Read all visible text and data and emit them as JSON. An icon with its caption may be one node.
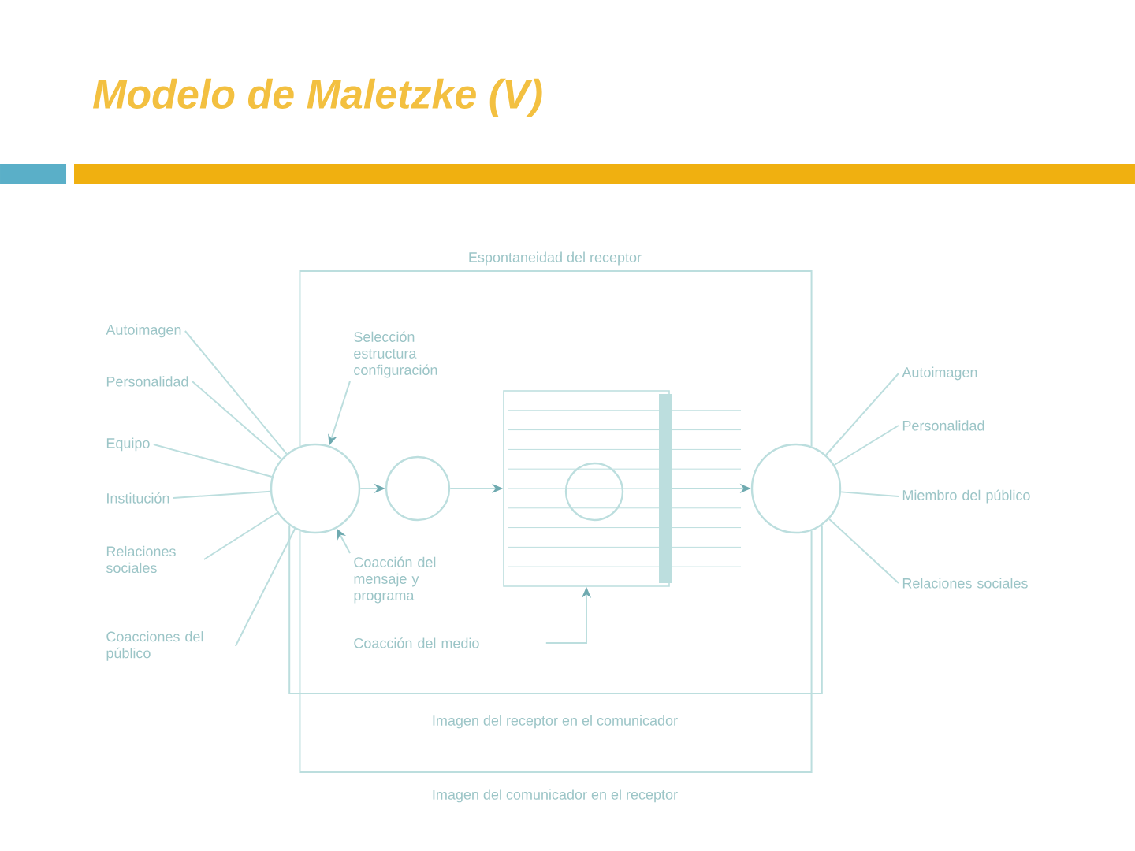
{
  "diagram": {
    "title": "Modelo de Maletzke (V)",
    "nodes": [
      {
        "text": [
          "Autoimagen"
        ]
      },
      {
        "text": [
          "Personalidad"
        ]
      },
      {
        "text": [
          "Equipo"
        ]
      },
      {
        "text": [
          "Institución"
        ]
      },
      {
        "text": [
          "Relaciones sociales"
        ]
      },
      {
        "text": [
          "Coacciones del público"
        ]
      },
      {
        "text": [],
        "shape": "circle"
      },
      {
        "text": [],
        "shape": "circle"
      },
      {
        "text": [],
        "shape": "box"
      },
      {
        "text": [],
        "shape": "circle",
        "in": 8
      },
      {
        "text": [],
        "shape": "circle"
      },
      {
        "text": [
          "Autoimagen"
        ]
      },
      {
        "text": [
          "Personalidad"
        ]
      },
      {
        "text": [
          "Miembro del público"
        ]
      },
      {
        "text": [
          "Relaciones sociales"
        ]
      },
      {
        "text": [
          "Selección estructura configuración"
        ]
      },
      {
        "text": [
          "Coacción del mensaje y programa"
        ]
      },
      {
        "text": [
          "Coacción del medio"
        ]
      }
    ],
    "edges": [
      {
        "from": 0,
        "to": 6,
        "arrow": "none"
      },
      {
        "from": 1,
        "to": 6,
        "arrow": "none"
      },
      {
        "from": 2,
        "to": 6,
        "arrow": "none"
      },
      {
        "from": 3,
        "to": 6,
        "arrow": "none"
      },
      {
        "from": 4,
        "to": 6,
        "arrow": "none"
      },
      {
        "from": 5,
        "to": 6,
        "arrow": "none"
      },
      {
        "from": 11,
        "to": 10,
        "arrow": "none"
      },
      {
        "from": 12,
        "to": 10,
        "arrow": "none"
      },
      {
        "from": 13,
        "to": 10,
        "arrow": "none"
      },
      {
        "from": 14,
        "to": 10,
        "arrow": "none"
      },
      {
        "from": 6,
        "to": 7,
        "arrow": "to"
      },
      {
        "from": 7,
        "to": 8,
        "arrow": "to"
      },
      {
        "from": 8,
        "to": 10,
        "arrow": "to"
      },
      {
        "from": 15,
        "to": 6,
        "arrow": "to"
      },
      {
        "from": 16,
        "to": 6,
        "arrow": "to"
      },
      {
        "from": 17,
        "to": 8,
        "arrow": "to"
      },
      {
        "from": 10,
        "to": 6,
        "arrow": "none",
        "label": "Espontaneidad del receptor"
      },
      {
        "from": 6,
        "to": 10,
        "arrow": "none",
        "label": "Imagen del receptor en el comunicador"
      },
      {
        "from": 10,
        "to": 6,
        "arrow": "none",
        "label": "Imagen del comunicador en el receptor"
      }
    ]
  }
}
